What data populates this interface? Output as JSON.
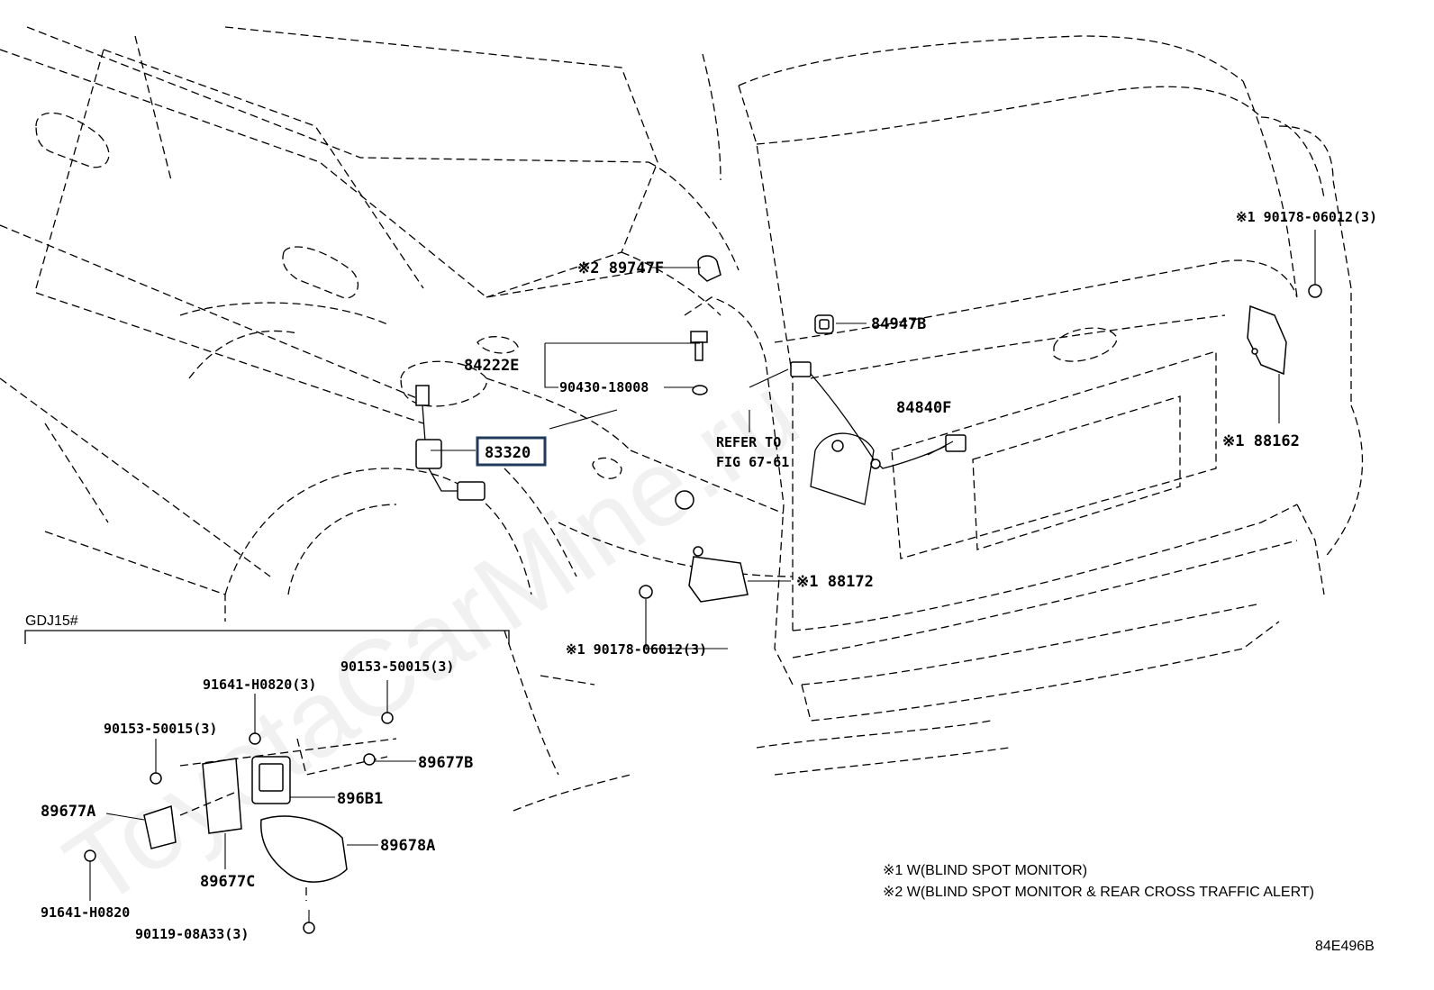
{
  "diagram": {
    "drawing_code": "84E496B",
    "watermark": "ToyotaCarMine.ru",
    "inset_label": "GDJ15#",
    "notes": [
      "※1 W(BLIND SPOT MONITOR)",
      "※2 W(BLIND SPOT MONITOR & REAR CROSS TRAFFIC ALERT)"
    ],
    "reference": [
      "REFER TO",
      "FIG 67-61"
    ],
    "parts": {
      "p89747F": "※2 89747F",
      "p84947B": "84947B",
      "p84222E": "84222E",
      "p90430": "90430-18008",
      "p83320": "83320",
      "p84840F": "84840F",
      "p88162": "※1 88162",
      "p88172": "※1 88172",
      "p90178_right": "※1 90178-06012(3)",
      "p90178_low": "※1 90178-06012(3)",
      "p90153_a": "90153-50015(3)",
      "p91641_a": "91641-H0820(3)",
      "p90153_b": "90153-50015(3)",
      "p89677B": "89677B",
      "p896B1": "896B1",
      "p89677A": "89677A",
      "p89678A": "89678A",
      "p89677C": "89677C",
      "p91641_b": "91641-H0820",
      "p90119": "90119-08A33(3)"
    },
    "highlighted_part": "83320"
  }
}
